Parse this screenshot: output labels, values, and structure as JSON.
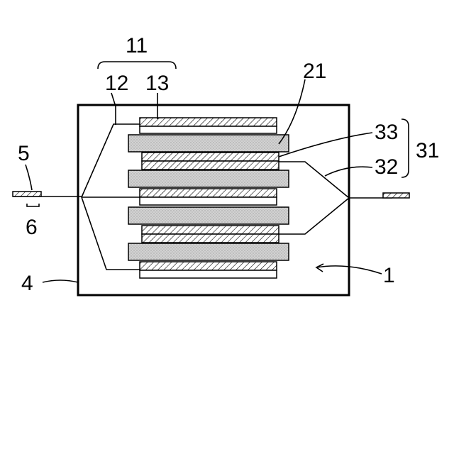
{
  "labels": {
    "group_negative": "11",
    "collector_negative": "12",
    "active_negative": "13",
    "separator": "21",
    "active_positive": "33",
    "collector_positive": "32",
    "group_positive": "31",
    "tab_left": "5",
    "seal": "6",
    "case": "4",
    "element": "1"
  },
  "colors": {
    "line": "#000000",
    "separator_fill": "#d2d2d2",
    "hatch_fill": "#ffffff",
    "background": "#ffffff"
  }
}
